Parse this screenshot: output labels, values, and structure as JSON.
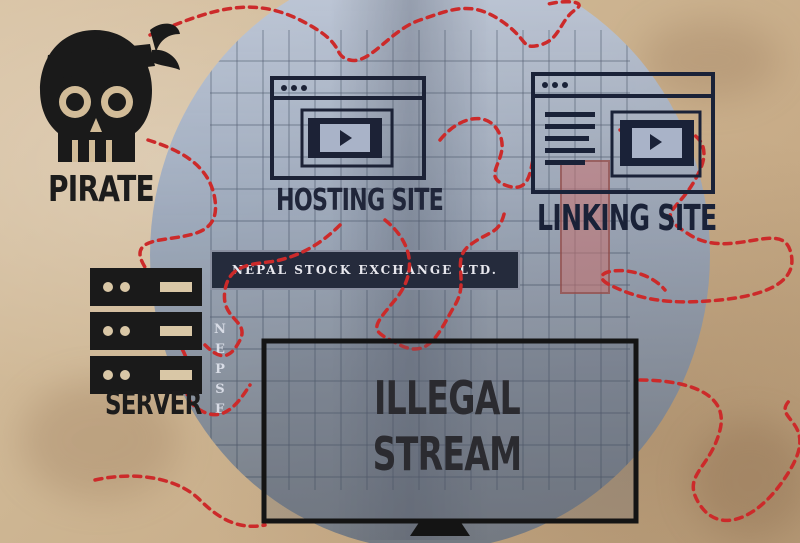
{
  "labels": {
    "pirate": "PIRATE",
    "hosting_site": "HOSTING SITE",
    "linking_site": "LINKING SITE",
    "server": "SERVER",
    "illegal_stream_line1": "ILLEGAL",
    "illegal_stream_line2": "STREAM"
  },
  "photo": {
    "building_sign": "NEPAL STOCK EXCHANGE LTD.",
    "vertical_sign": "NEPSE"
  },
  "icons": {
    "pirate": "skull-bandana-icon",
    "server": "server-rack-icon",
    "hosting": "browser-video-window-icon",
    "linking": "browser-list-video-window-icon",
    "stream": "monitor-screen-icon"
  },
  "colors": {
    "icon": "#1a1a1a",
    "dashed_path": "#cc2a2a",
    "paper": "#cdb592"
  }
}
